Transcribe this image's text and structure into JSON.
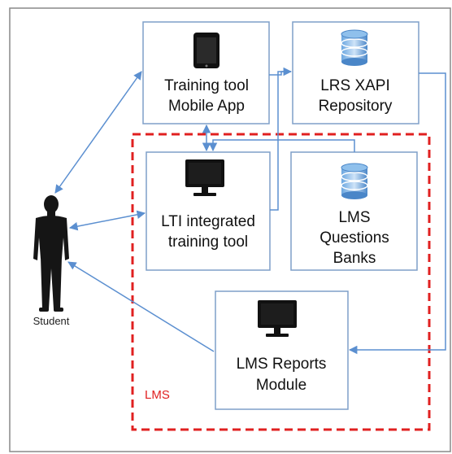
{
  "nodes": {
    "mobile_app": {
      "line1": "Training tool",
      "line2": "Mobile App",
      "icon": "tablet-icon"
    },
    "lrs": {
      "line1": "LRS XAPI",
      "line2": "Repository",
      "icon": "database-icon"
    },
    "lti_tool": {
      "line1": "LTI integrated",
      "line2": "training tool",
      "icon": "monitor-icon"
    },
    "question_banks": {
      "line1": "LMS",
      "line2": "Questions",
      "line3": "Banks",
      "icon": "database-icon"
    },
    "reports": {
      "line1": "LMS Reports",
      "line2": "Module",
      "icon": "monitor-icon"
    },
    "student": {
      "label": "Student",
      "icon": "person-silhouette-icon"
    }
  },
  "lms_group": {
    "label": "LMS"
  },
  "colors": {
    "box_border": "#7f9fc8",
    "arrow": "#5b8fd0",
    "lms_border": "#e02020",
    "frame": "#888888"
  }
}
